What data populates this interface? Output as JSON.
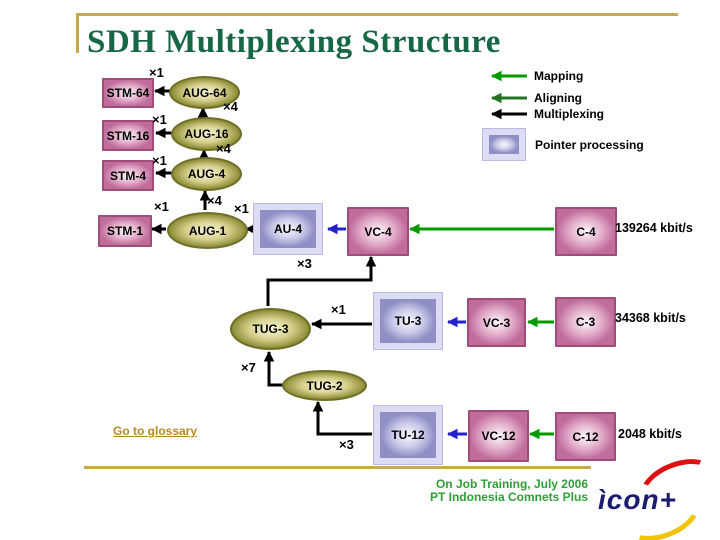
{
  "title": "SDH Multiplexing Structure",
  "legend": {
    "mapping": "Mapping",
    "aligning": "Aligning",
    "multiplexing": "Multiplexing",
    "pointer": "Pointer processing"
  },
  "nodes": {
    "stm64": "STM-64",
    "stm16": "STM-16",
    "stm4": "STM-4",
    "stm1": "STM-1",
    "aug64": "AUG-64",
    "aug16": "AUG-16",
    "aug4": "AUG-4",
    "aug1": "AUG-1",
    "au4": "AU-4",
    "vc4": "VC-4",
    "c4": "C-4",
    "tug3": "TUG-3",
    "tu3": "TU-3",
    "vc3": "VC-3",
    "c3": "C-3",
    "tug2": "TUG-2",
    "tu12": "TU-12",
    "vc12": "VC-12",
    "c12": "C-12"
  },
  "rates": {
    "c4": "139264 kbit/s",
    "c3": "34368 kbit/s",
    "c12": "2048 kbit/s"
  },
  "multipliers": {
    "stm64": "×1",
    "stm16": "×1",
    "stm4": "×1",
    "stm1": "×1",
    "aug64_aug16": "×4",
    "aug16_aug4": "×4",
    "aug4_aug1": "×4",
    "au4_aug1": "×1",
    "tug3_vc4": "×3",
    "tu3_tug3": "×1",
    "tug2_tug3": "×7",
    "tu12_tug2": "×3"
  },
  "glossary_link": "Go to glossary",
  "footer": {
    "line1": "On Job Training, July 2006",
    "line2": "PT Indonesia Comnets Plus",
    "logo_text": "ìcon+"
  },
  "colors": {
    "accent_gold": "#c9a94e",
    "title_green": "#166746",
    "mapping_green": "#009a00",
    "aligning_green": "#267326",
    "multiplexing_black": "#000000",
    "arrow_blue": "#2222cc",
    "footer_green": "#2e9e36",
    "link_gold": "#b8891f",
    "box_pink": "#c06d9b",
    "ellipse_olive": "#8d8d35",
    "pointer_lavender": "#8f8fc5",
    "logo_navy": "#1b1b70",
    "logo_red": "#dd1111",
    "logo_yellow": "#f2c300"
  }
}
